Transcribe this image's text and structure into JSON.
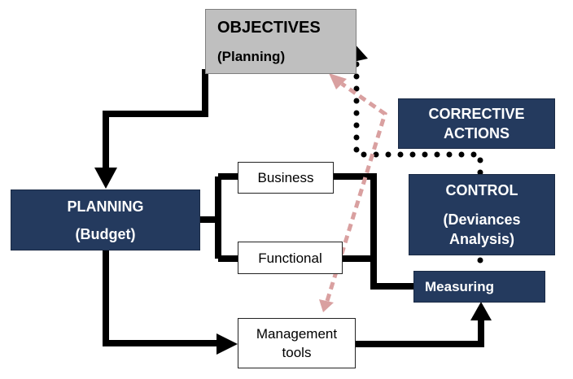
{
  "objectives": {
    "title": "OBJECTIVES",
    "subtitle": "(Planning)"
  },
  "corrective_actions": {
    "line1": "CORRECTIVE",
    "line2": "ACTIONS"
  },
  "control": {
    "title": "CONTROL",
    "line1": "(Deviances",
    "line2": "Analysis)"
  },
  "planning": {
    "title": "PLANNING",
    "subtitle": "(Budget)"
  },
  "business": {
    "label": "Business"
  },
  "functional": {
    "label": "Functional"
  },
  "measuring": {
    "label": "Measuring"
  },
  "management_tools": {
    "line1": "Management",
    "line2": "tools"
  },
  "colors": {
    "navy": "#243a5e",
    "objectives_fill": "#bfbfbf",
    "dashed_arrow": "#d9a0a0",
    "line": "#000000"
  }
}
